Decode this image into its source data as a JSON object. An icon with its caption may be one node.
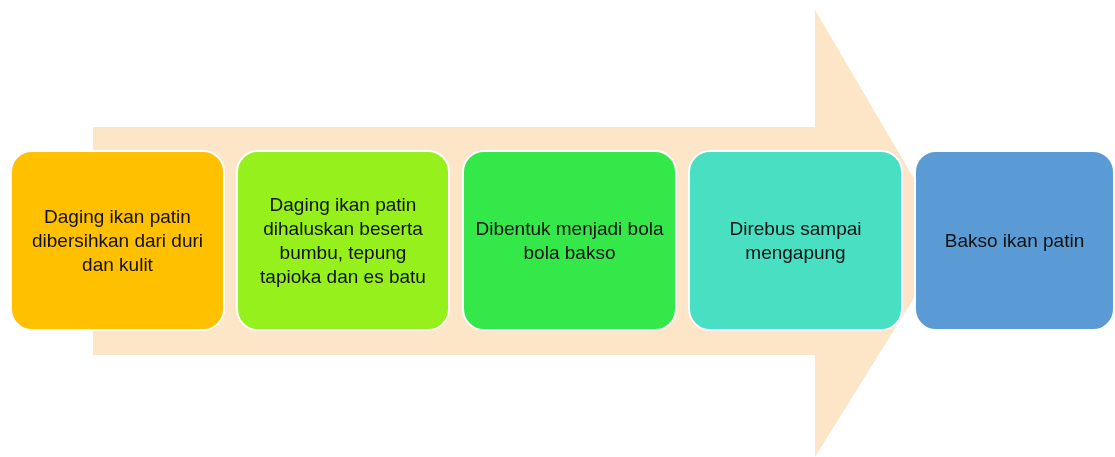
{
  "diagram": {
    "nodes": [
      {
        "text": [
          "Daging ikan patin dibersihkan dari duri dan kulit"
        ]
      },
      {
        "text": [
          "Daging ikan patin dihaluskan beserta bumbu, tepung tapioka dan es batu"
        ]
      },
      {
        "text": [
          "Dibentuk menjadi bola bola bakso"
        ]
      },
      {
        "text": [
          "Direbus sampai mengapung"
        ]
      },
      {
        "text": [
          "Bakso ikan patin"
        ]
      }
    ]
  }
}
